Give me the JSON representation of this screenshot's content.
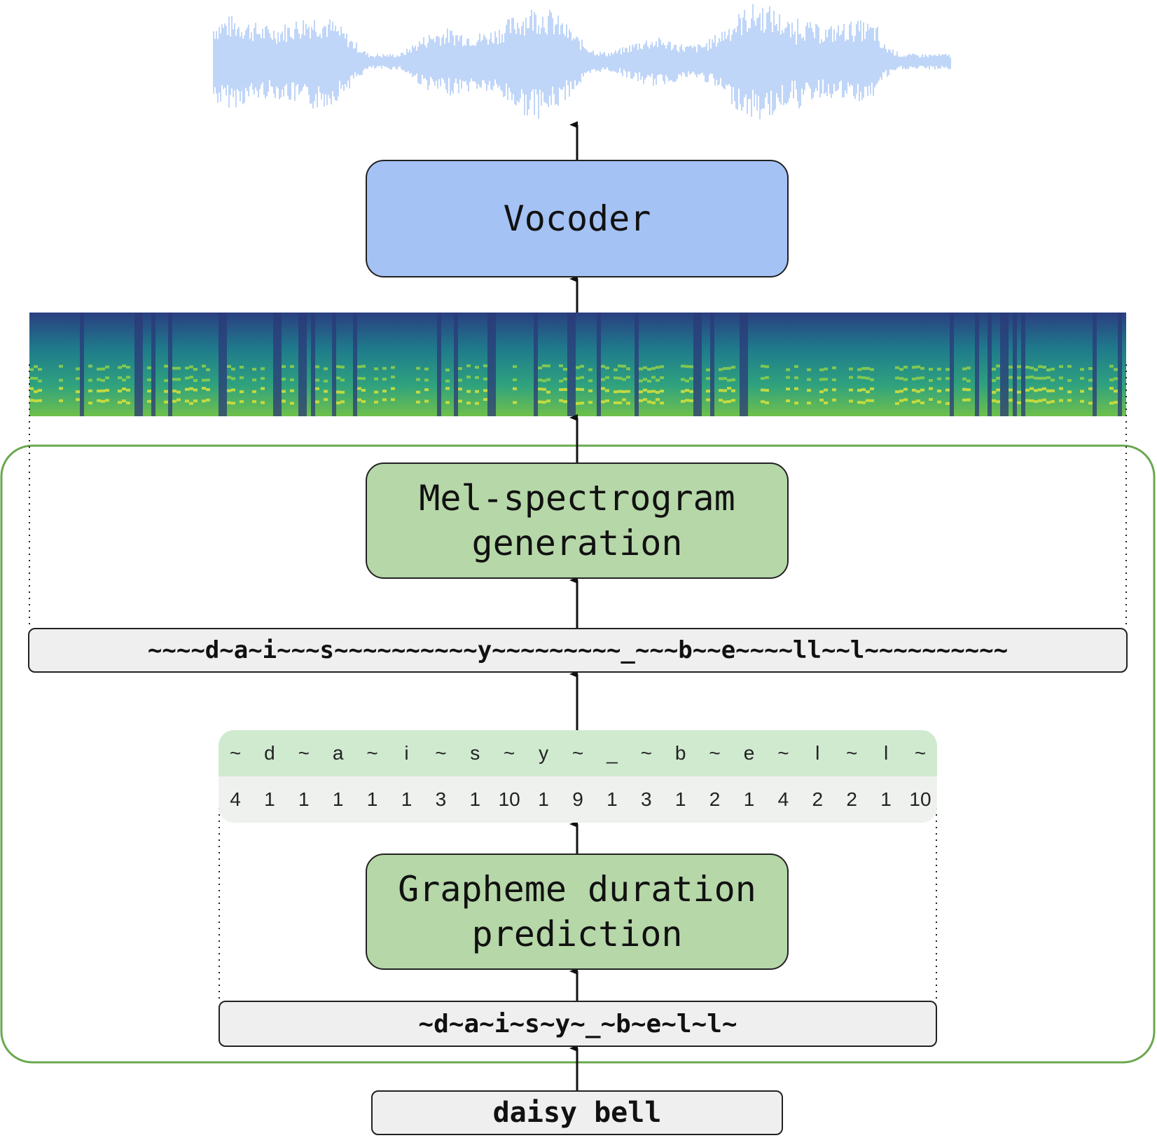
{
  "blocks": {
    "vocoder": "Vocoder",
    "mel_generation_line1": "Mel-spectrogram",
    "mel_generation_line2": "generation",
    "duration_prediction_line1": "Grapheme duration",
    "duration_prediction_line2": "prediction"
  },
  "sequences": {
    "expanded": "~~~~d~a~i~~~s~~~~~~~~~~y~~~~~~~~~_~~~b~~e~~~~ll~~l~~~~~~~~~~",
    "input_graphemes": "~d~a~i~s~y~_~b~e~l~l~",
    "input_text": "daisy bell"
  },
  "duration_table": {
    "graphemes": [
      "~",
      "d",
      "~",
      "a",
      "~",
      "i",
      "~",
      "s",
      "~",
      "y",
      "~",
      "_",
      "~",
      "b",
      "~",
      "e",
      "~",
      "l",
      "~",
      "l",
      "~"
    ],
    "durations": [
      "4",
      "1",
      "1",
      "1",
      "1",
      "1",
      "3",
      "1",
      "10",
      "1",
      "9",
      "1",
      "3",
      "1",
      "2",
      "1",
      "4",
      "2",
      "2",
      "1",
      "10"
    ]
  },
  "colors": {
    "vocoder_fill": "#a4c2f4",
    "green_block_fill": "#b6d7a8",
    "group_outline": "#6aa84f",
    "waveform": "#c0d6f8",
    "sequence_fill": "#efefef"
  }
}
